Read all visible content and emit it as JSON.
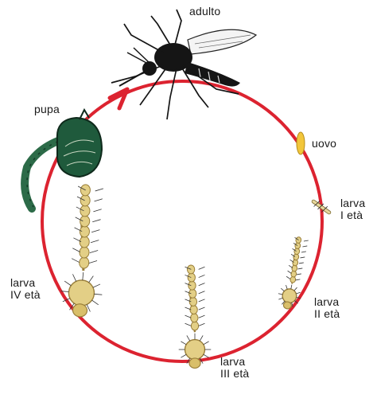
{
  "colors": {
    "cycle_ring": "#dc2330",
    "larva_body": "#e3cf86",
    "larva_outline": "#9a7f3a",
    "pupa_body": "#1f5a3c",
    "egg": "#f2c63a",
    "mosquito": "#151515"
  },
  "stages": {
    "adult": {
      "label": "adulto"
    },
    "egg": {
      "label": "uovo"
    },
    "larva1": {
      "line1": "larva",
      "line2": "I età"
    },
    "larva2": {
      "line1": "larva",
      "line2": "II età"
    },
    "larva3": {
      "line1": "larva",
      "line2": "III età"
    },
    "larva4": {
      "line1": "larva",
      "line2": "IV età"
    },
    "pupa": {
      "label": "pupa"
    }
  }
}
